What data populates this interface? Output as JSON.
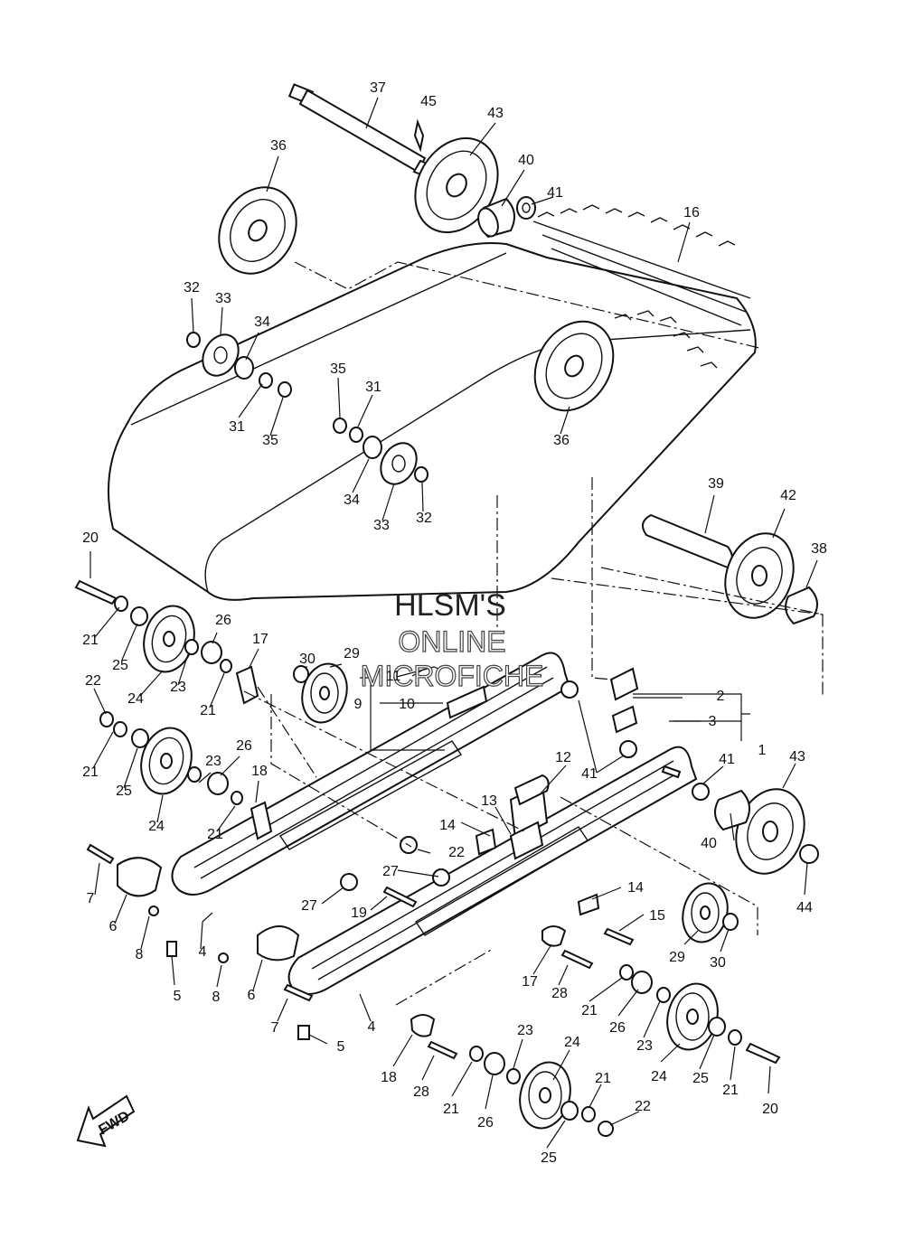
{
  "watermark": {
    "line1": "HLSM'S",
    "line2": "ONLINE",
    "line3": "MICROFICHE"
  },
  "badge": {
    "text": "FWD"
  },
  "part_labels": [
    "1",
    "2",
    "3",
    "4",
    "4",
    "5",
    "5",
    "6",
    "6",
    "7",
    "7",
    "8",
    "8",
    "9",
    "10",
    "11",
    "12",
    "13",
    "14",
    "14",
    "15",
    "16",
    "17",
    "17",
    "18",
    "18",
    "19",
    "20",
    "20",
    "21",
    "21",
    "21",
    "21",
    "21",
    "21",
    "21",
    "21",
    "22",
    "22",
    "22",
    "23",
    "23",
    "23",
    "23",
    "24",
    "24",
    "24",
    "24",
    "25",
    "25",
    "25",
    "25",
    "26",
    "26",
    "26",
    "26",
    "27",
    "27",
    "28",
    "28",
    "29",
    "29",
    "30",
    "30",
    "31",
    "31",
    "32",
    "32",
    "33",
    "33",
    "34",
    "34",
    "35",
    "35",
    "36",
    "36",
    "37",
    "38",
    "39",
    "40",
    "40",
    "41",
    "41",
    "41",
    "42",
    "43",
    "43",
    "44",
    "45"
  ]
}
